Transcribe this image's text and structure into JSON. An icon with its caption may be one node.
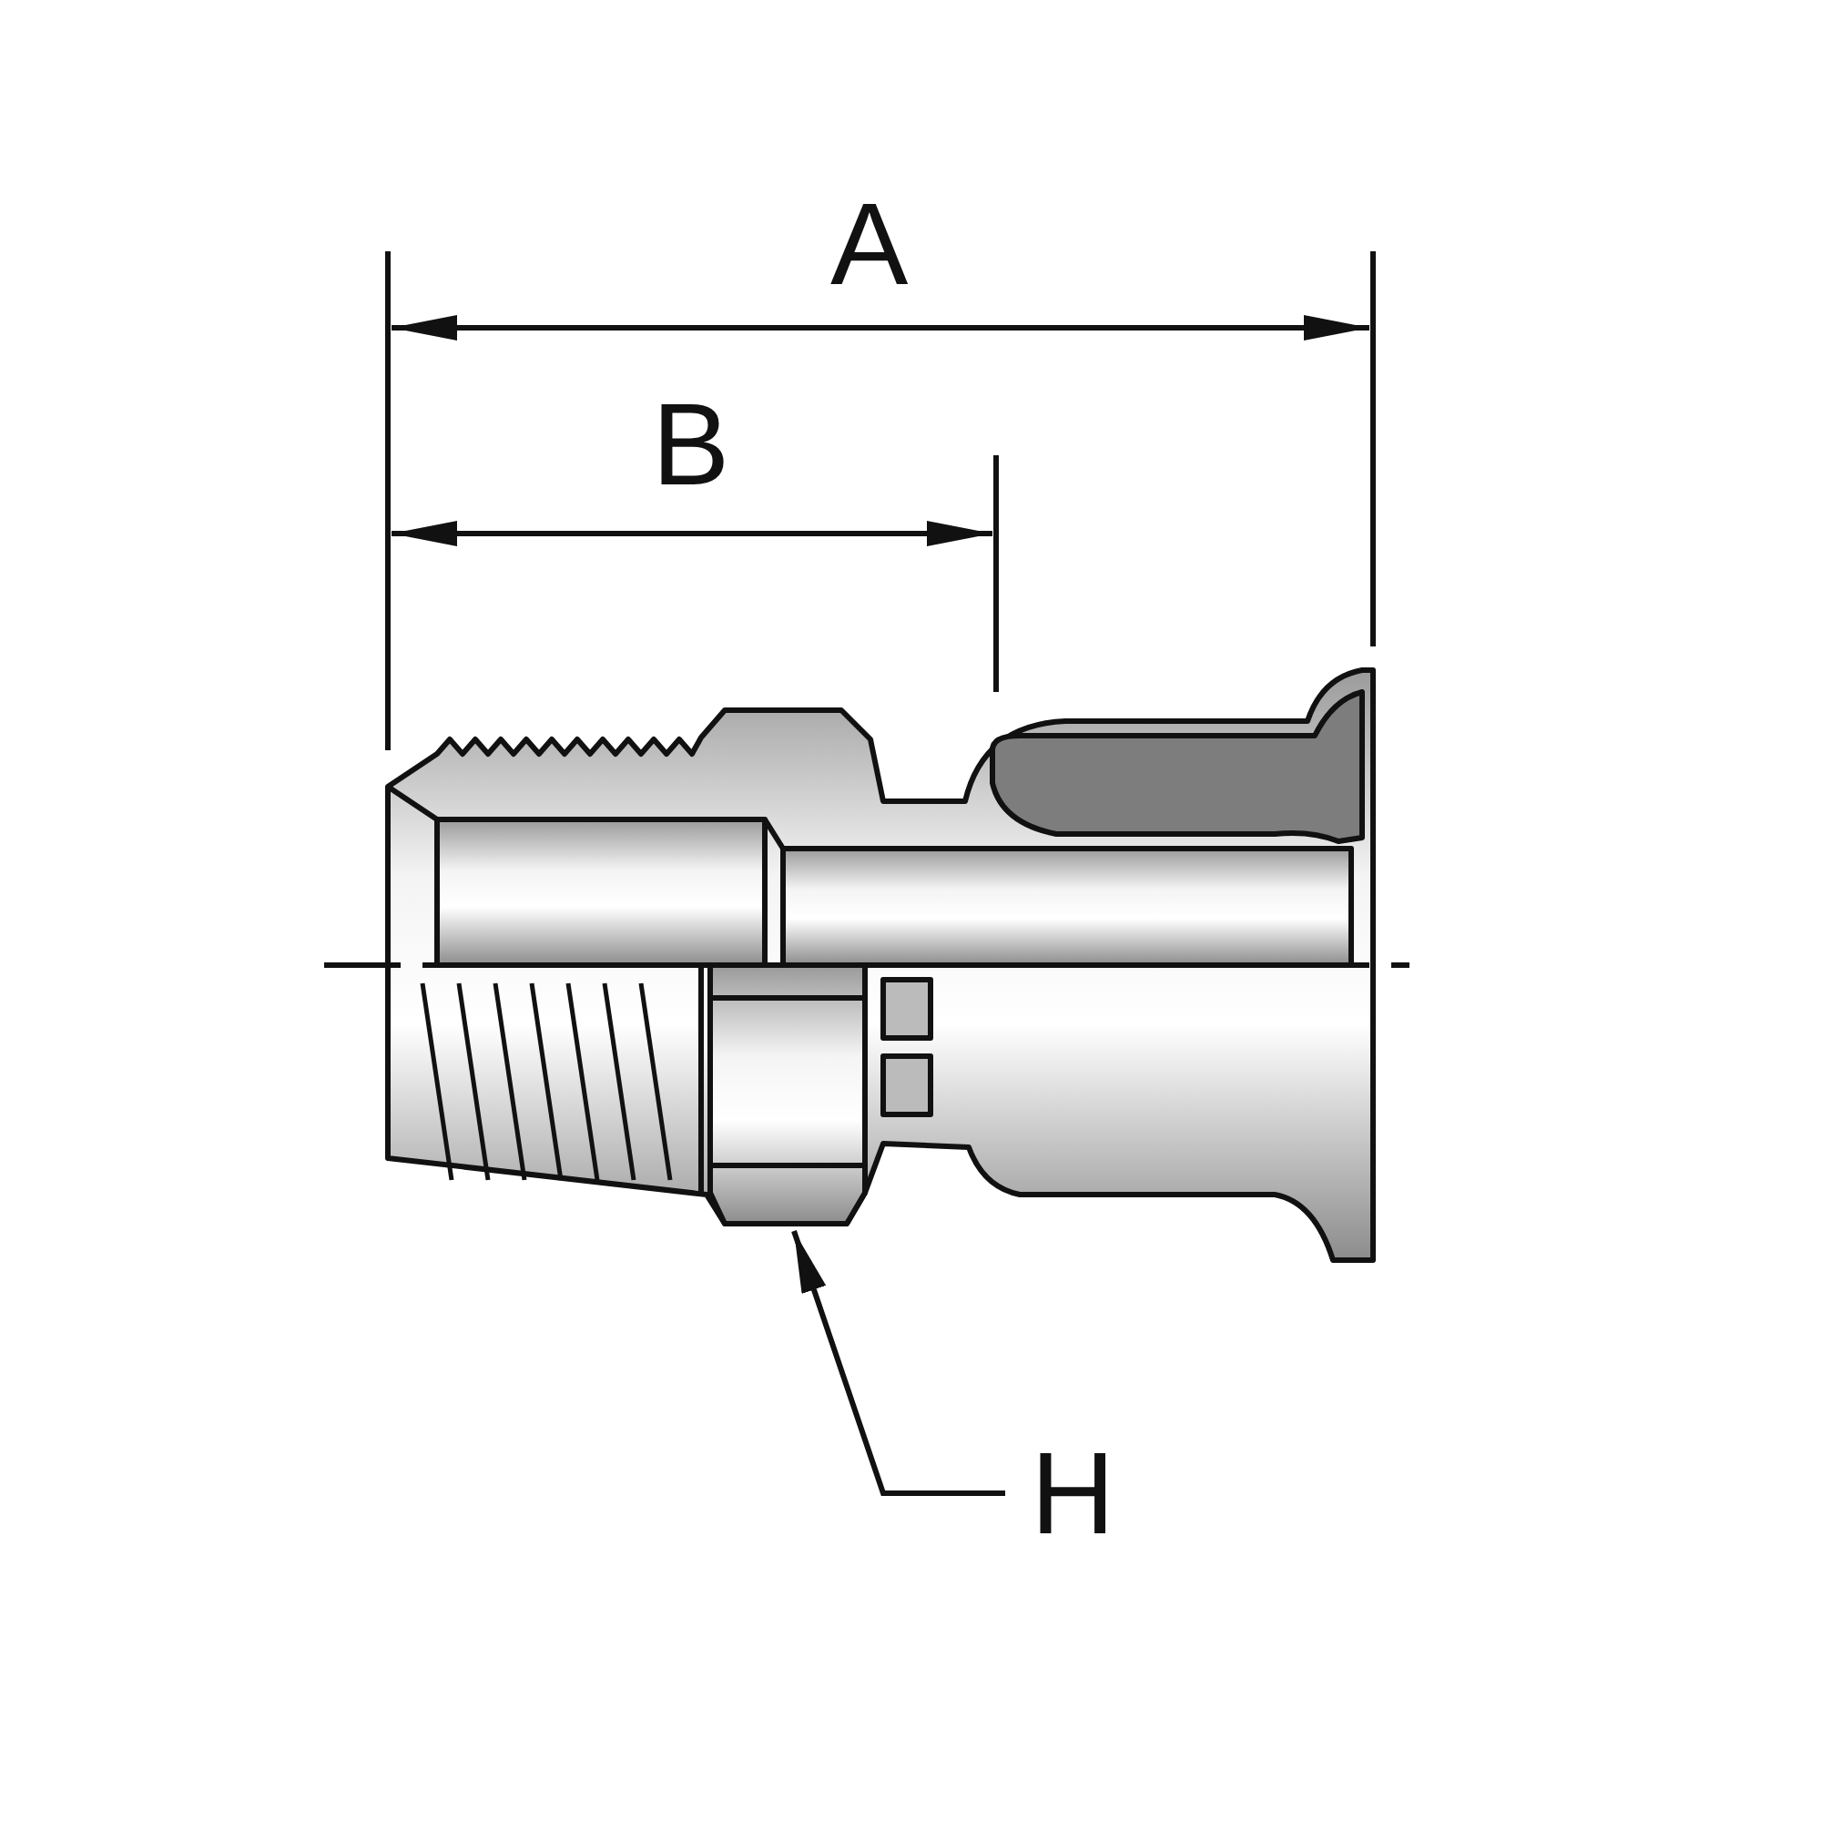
{
  "diagram": {
    "nodes": [
      {
        "text": [
          "H"
        ]
      },
      {
        "text": [],
        "shape": "picture"
      }
    ],
    "edges": [
      {
        "from": 0,
        "to": 1,
        "arrow": "to"
      }
    ],
    "labels": [
      "A",
      "B"
    ]
  }
}
